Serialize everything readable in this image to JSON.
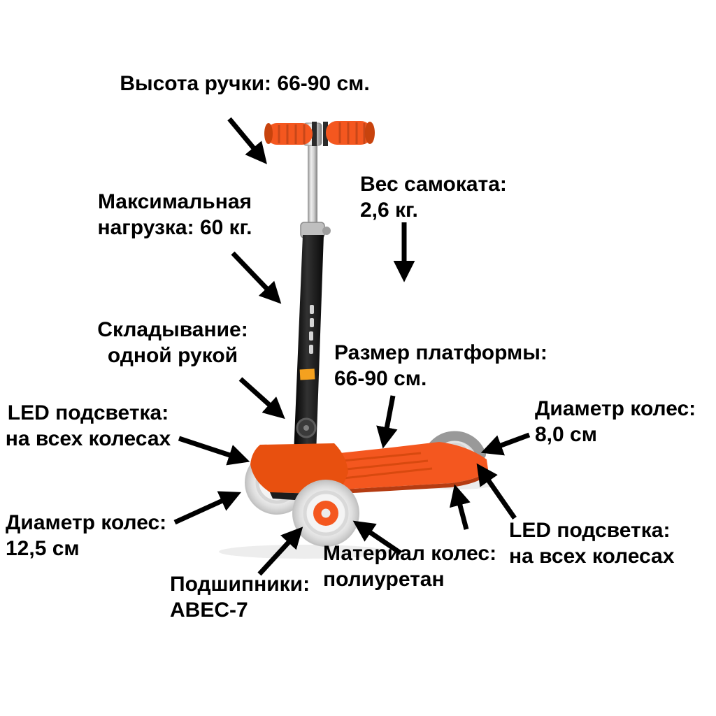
{
  "title": "Scooter features infographic",
  "language": "ru",
  "colors": {
    "background": "#ffffff",
    "accent_orange": "#f4571f",
    "orange_dark": "#c8430d",
    "text": "#000000",
    "arrow": "#000000",
    "stem_black": "#161616",
    "silver": "#c9c9c9",
    "fender_gray": "#999999",
    "wheel_gray": "#e6e6e6"
  },
  "annotations": {
    "handle_height": "Высота ручки: 66-90 см.",
    "max_load": "Максимальная\nнагрузка: 60 кг.",
    "scooter_weight": "Вес самоката:\n2,6 кг.",
    "folding": "Складывание:\nодной рукой",
    "led_front_wheels": "LED подсветка:\nна всех колесах",
    "platform_size": "Размер платформы:\n66-90 см.",
    "rear_wheel_diameter": "Диаметр колес:\n8,0 см",
    "front_wheel_diameter": "Диаметр колес:\n12,5 см",
    "bearings": "Подшипники:\nABEC-7",
    "wheel_material": "Материал колес:\nполиуретан",
    "led_rear_wheel": "LED подсветка:\nна всех колесах"
  }
}
